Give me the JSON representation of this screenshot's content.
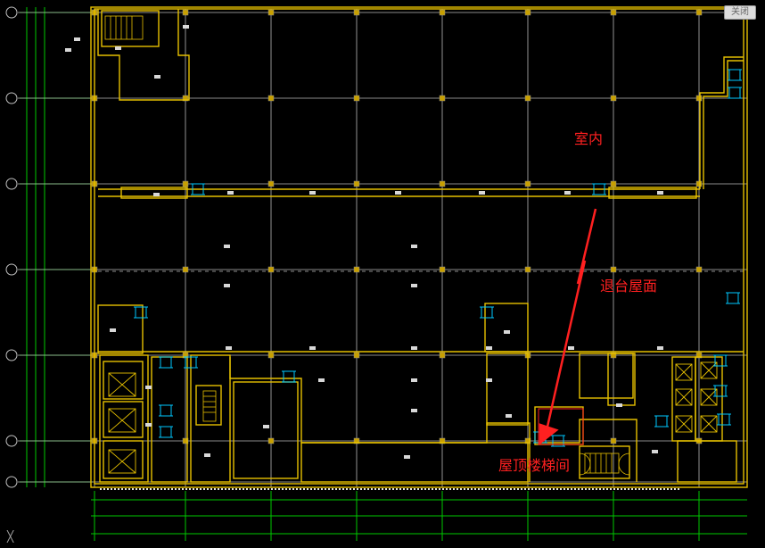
{
  "toolbar": {
    "restore_label": "关闭"
  },
  "annotations": {
    "indoor": "室内",
    "setback_roof": "退台屋面",
    "stair_room": "屋顶楼梯间"
  },
  "colors": {
    "background": "#000000",
    "grid_line": "#c0c0c0",
    "axis_line": "#00c800",
    "wall": "#e6c000",
    "annotation": "#ff2020",
    "door": "#00c8ff"
  },
  "corner_icon": "close-x-icon"
}
